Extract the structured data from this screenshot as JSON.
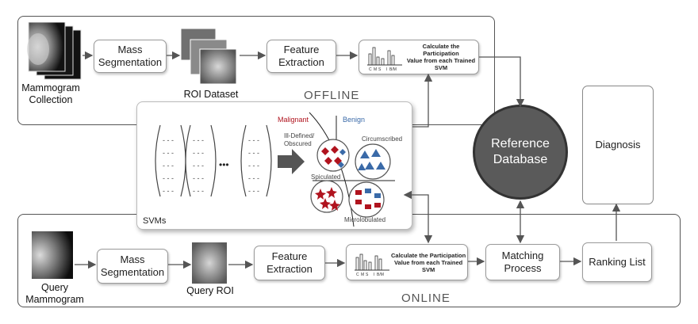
{
  "offline": {
    "title": "OFFLINE",
    "mammogram_label": "Mammogram\nCollection",
    "mass_segmentation": "Mass\nSegmentation",
    "roi_dataset": "ROI Dataset",
    "feature_extraction": "Feature\nExtraction",
    "participation_text": "Calculate the Participation\nValue from each Trained\nSVM",
    "chart_axis_labels": [
      "C",
      "M",
      "S",
      "I",
      "B/M"
    ]
  },
  "online": {
    "title": "ONLINE",
    "query_mammogram": "Query\nMammogram",
    "mass_segmentation": "Mass\nSegmentation",
    "query_roi": "Query ROI",
    "feature_extraction": "Feature\nExtraction",
    "participation_text": "Calculate the Participation\nValue from each Trained\nSVM",
    "chart_axis_labels": [
      "C",
      "M",
      "S",
      "I",
      "B/M"
    ],
    "matching_process": "Matching\nProcess",
    "ranking_list": "Ranking List"
  },
  "reference_database": "Reference\nDatabase",
  "diagnosis": "Diagnosis",
  "svm_panel": {
    "label": "SVMs",
    "ellipsis": "•••",
    "malignant": "Malignant",
    "benign": "Benign",
    "ill_defined": "Ill-Defined/\nObscured",
    "circumscribed": "Circumscribed",
    "spiculated": "Spiculated",
    "microlobulated": "Microlobulated"
  },
  "colors": {
    "malignant": "#b0131e",
    "benign": "#3a6aa8",
    "database": "#555555"
  }
}
